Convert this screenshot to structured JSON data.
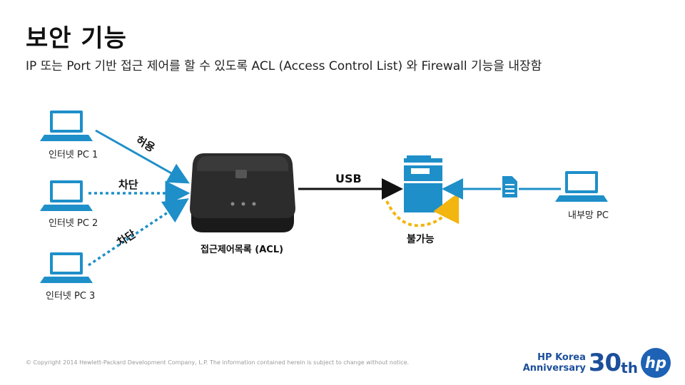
{
  "title": "보안 기능",
  "subtitle": "IP 또는 Port 기반 접근 제어를 할 수 있도록 ACL (Access Control List) 와 Firewall 기능을 내장함",
  "nodes": {
    "pc1": "인터넷 PC 1",
    "pc2": "인터넷 PC 2",
    "pc3": "인터넷 PC 3",
    "device": "접근제어목록 (ACL)",
    "printer": "불가능",
    "internal_pc": "내부망 PC"
  },
  "edges": {
    "allow": "허용",
    "block1": "차단",
    "block2": "차단",
    "usb": "USB"
  },
  "footer": {
    "copyright": "© Copyright 2014 Hewlett-Packard Development Company, L.P.  The information contained herein is subject to change without notice.",
    "logo_line1": "HP Korea",
    "logo_line2": "Anniversary",
    "logo_num": "30",
    "logo_th": "th",
    "logo_hp": "hp"
  },
  "colors": {
    "accent_blue": "#1e8fc9",
    "warning_yellow": "#f3b50f",
    "device_dark": "#2b2b2b",
    "logo_blue": "#1c4f9b"
  }
}
